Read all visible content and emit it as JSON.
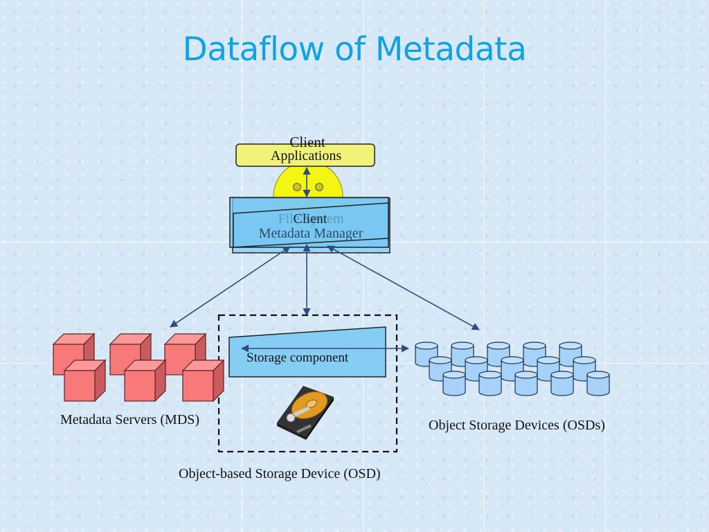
{
  "slide": {
    "title": "Dataflow of Metadata"
  },
  "diagram": {
    "client_applications": {
      "line1": "Client",
      "line2": "Applications"
    },
    "client_metadata_manager": {
      "ghost_label": "File System",
      "line1": "Client",
      "line2": "Metadata Manager"
    },
    "storage_component": {
      "label": "Storage component"
    },
    "metadata_servers": {
      "label": "Metadata Servers (MDS)",
      "count": 6
    },
    "object_storage_devices": {
      "label": "Object Storage Devices (OSDs)",
      "count": 15
    },
    "osd_box": {
      "label": "Object-based Storage Device (OSD)"
    }
  },
  "colors": {
    "title": "#11a3e0",
    "yellow": "#f1f27a",
    "face": "#f5f513",
    "blue_box": "#74c6f3",
    "cube_front": "#f87979",
    "cube_top": "#fb9898",
    "cube_side": "#c95a5e",
    "cylinder": "#a6d1f8",
    "arrow": "#2d4d7e"
  }
}
